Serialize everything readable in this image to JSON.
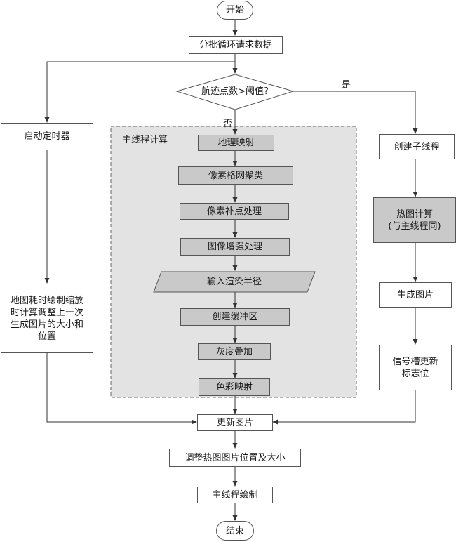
{
  "diagram": {
    "group_title": "主线程计算",
    "nodes": {
      "start": "开始",
      "batch_request": "分批循环请求数据",
      "decision": "航迹点数>阈值?",
      "start_timer": "启动定时器",
      "map_zoom": "地图耗时绘制缩放\n时计算调整上一次\n生成图片的大小和\n位置",
      "geo_map": "地理映射",
      "pixel_grid": "像素格网聚类",
      "pixel_fill": "像素补点处理",
      "image_enhance": "图像增强处理",
      "input_radius": "输入渲染半径",
      "create_buffer": "创建缓冲区",
      "gray_overlay": "灰度叠加",
      "color_map": "色彩映射",
      "create_thread": "创建子线程",
      "heatmap_calc": "热图计算\n(与主线程同)",
      "gen_image": "生成图片",
      "signal_update": "信号槽更新\n标志位",
      "update_image": "更新图片",
      "adjust": "调整热图图片位置及大小",
      "main_draw": "主线程绘制",
      "end": "结束"
    },
    "edge_labels": {
      "yes": "是",
      "no": "否"
    }
  }
}
